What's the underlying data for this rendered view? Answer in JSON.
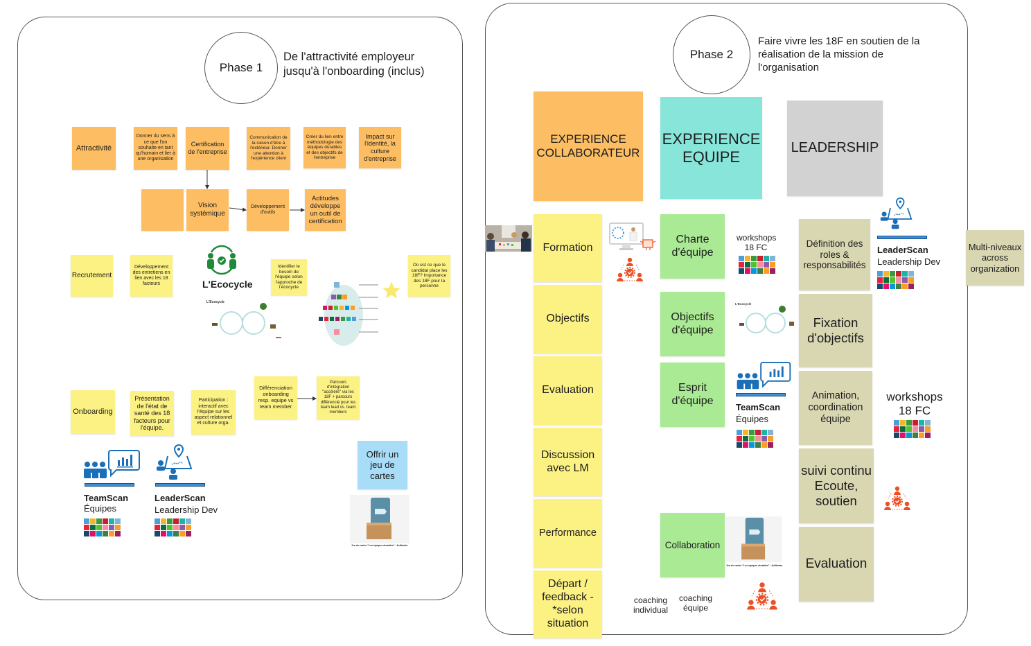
{
  "phase1": {
    "circle_label": "Phase 1",
    "description": "De l'attractivité employeur jusqu'à l'onboarding (inclus)",
    "attractivite": {
      "label": "Attractivité",
      "notes": [
        "Donner du sens à ce que l'on souhaite en tant qu'humain et lier à une organisation",
        "Certification de l'entreprise",
        "Communication de la raison d'être à l'extérieur. Donner une attention à l'expérience client",
        "Créer du lien entre méthodologie des équipes durables et des objectifs de l'entreprise",
        "Impact sur l'identité, la culture d'entreprise"
      ],
      "flow": [
        "",
        "Vision systémique",
        "Développement d'outils",
        "Actitudes développe un outil de certification"
      ]
    },
    "recrutement": {
      "label": "Recrutement",
      "notes": [
        "Développement des entretiens en lien avec les 18 facteurs",
        "Identifier le besoin de l'équipe selon l'approche de l'écocycle",
        "Où est ce que le candidat place les 18F? Importance des 18F pour la personne"
      ],
      "ecocycle_title": "L'Ecocycle"
    },
    "onboarding": {
      "label": "Onboarding",
      "notes": [
        "Présentation de l'état de santé des 18 facteurs pour l'équipe.",
        "Participation : interactif avec l'équipe sur les aspect relationnel et culture orga.",
        "Différenciation onboarding resp. equipe vs team member",
        "Parcours d'intégration \"accéléré\" via les 18F + parcours différencié pour les team lead vs. team members"
      ]
    },
    "teamscan": {
      "title": "TeamScan",
      "subtitle": "Équipes"
    },
    "leaderscan": {
      "title": "LeaderScan",
      "subtitle": "Leadership Dev"
    },
    "cards_note": "Offrir un jeu de cartes",
    "cards_caption": "Jeu de cartes \"Les équipes durables\" - Actitudes"
  },
  "phase2": {
    "circle_label": "Phase 2",
    "description": "Faire vivre les 18F en soutien de la réalisation de la mission de l'organisation",
    "columns": [
      {
        "header": "EXPERIENCE COLLABORATEUR",
        "items": [
          "Formation",
          "Objectifs",
          "Evaluation",
          "Discussion avec LM",
          "Performance",
          "Départ / feedback - *selon situation"
        ]
      },
      {
        "header": "EXPERIENCE EQUIPE",
        "items": [
          "Charte d'équipe",
          "Objectifs d'équipe",
          "Esprit d'équipe",
          "Collaboration"
        ]
      },
      {
        "header": "LEADERSHIP",
        "items": [
          "Définition des roles & responsabilités",
          "Fixation d'objectifs",
          "Animation, coordination équipe",
          "suivi continu Ecoute, soutien",
          "Evaluation"
        ]
      }
    ],
    "workshops_small": "workshops 18 FC",
    "workshops_large": "workshops 18 FC",
    "teamscan": {
      "title": "TeamScan",
      "subtitle": "Équipes"
    },
    "leaderscan": {
      "title": "LeaderScan",
      "subtitle": "Leadership Dev"
    },
    "multi_niveaux": "Multi-niveaux across organization",
    "coaching_individual": "coaching individual",
    "coaching_equipe": "coaching équipe",
    "cards_caption": "Jeu de cartes \"Les équipes durables\" - Actitudes"
  },
  "colors": {
    "orange": "#fdbe63",
    "yellow": "#fcf183",
    "teal": "#87e5da",
    "gray": "#d2d2d2",
    "green": "#aaea94",
    "khaki": "#d9d7b2",
    "blue": "#a8dcf7",
    "icon_red": "#f04e23",
    "icon_blue": "#1a6fb8",
    "eco_green": "#1f8a3a"
  },
  "sdg_colors": [
    "#4c9fd9",
    "#f1b52e",
    "#3b9a3e",
    "#c9202f",
    "#1fb2a6",
    "#7fb6d8",
    "#e5243b",
    "#0a6d3b",
    "#56c02b",
    "#f58ea0",
    "#8f5ba8",
    "#f99d26",
    "#19486a",
    "#dd1367",
    "#0a97d9",
    "#3f7e44",
    "#fd9d24",
    "#9c1f5e"
  ]
}
